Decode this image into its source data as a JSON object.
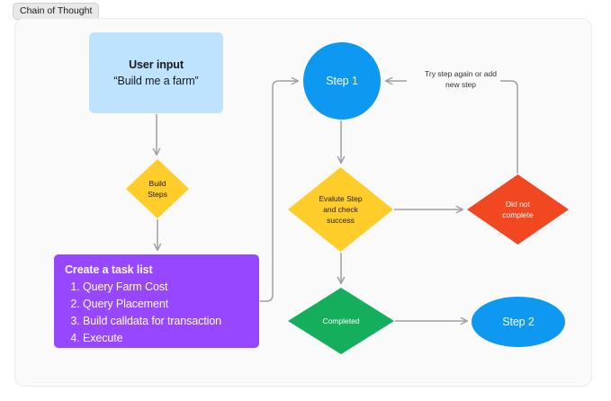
{
  "frame": {
    "label": "Chain of Thought",
    "background_color": "#fafafa",
    "border_color": "#ebebeb"
  },
  "colors": {
    "light_blue": "#bde3ff",
    "blue": "#0d99f2",
    "yellow": "#ffcd29",
    "purple": "#9747ff",
    "green": "#14ae5c",
    "red": "#f24822",
    "connector_gray": "#a0a0a0"
  },
  "nodes": {
    "user_input": {
      "title": "User input",
      "quote": "“Build me a farm”"
    },
    "build_steps": {
      "line1": "Build",
      "line2": "Steps"
    },
    "task_list": {
      "title": "Create a task list",
      "items": [
        "Query Farm Cost",
        "Query Placement",
        "Build calldata for transaction",
        "Execute"
      ]
    },
    "step1": {
      "label": "Step 1"
    },
    "evaluate": {
      "line1": "Evalute Step",
      "line2": "and check",
      "line3": "success"
    },
    "did_not_complete": {
      "line1": "Did not",
      "line2": "complete"
    },
    "completed": {
      "label": "Completed"
    },
    "step2": {
      "label": "Step 2"
    }
  },
  "edges": {
    "retry_label": {
      "line1": "Try step again or add",
      "line2": "new step"
    }
  }
}
